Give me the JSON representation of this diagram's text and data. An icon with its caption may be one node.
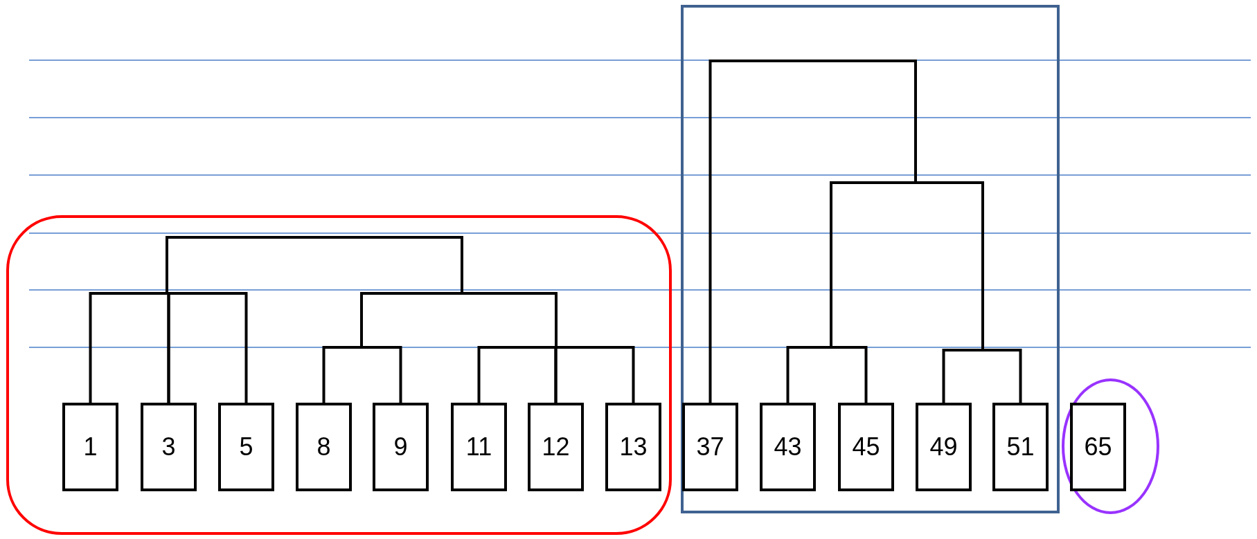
{
  "diagram": {
    "nodes": [
      {
        "text": [],
        "shape": "box"
      },
      {
        "text": [
          "1"
        ],
        "in": 0
      },
      {
        "text": [
          "3"
        ],
        "in": 0
      },
      {
        "text": [
          "5"
        ],
        "in": 0
      },
      {
        "text": [
          "8"
        ],
        "in": 0
      },
      {
        "text": [
          "9"
        ],
        "in": 0
      },
      {
        "text": [
          "11"
        ],
        "in": 0
      },
      {
        "text": [
          "12"
        ],
        "in": 0
      },
      {
        "text": [
          "13"
        ],
        "in": 0
      },
      {
        "text": [],
        "shape": "box"
      },
      {
        "text": [
          "37"
        ],
        "in": 9
      },
      {
        "text": [
          "43"
        ],
        "in": 9
      },
      {
        "text": [
          "45"
        ],
        "in": 9
      },
      {
        "text": [
          "49"
        ],
        "in": 9
      },
      {
        "text": [
          "51"
        ],
        "in": 9
      },
      {
        "text": [],
        "shape": "ellipse"
      },
      {
        "text": [
          "65"
        ],
        "in": 15
      }
    ],
    "edges": [
      {
        "from": 1,
        "to": 2,
        "arrow": "none"
      },
      {
        "from": 2,
        "to": 3,
        "arrow": "none"
      },
      {
        "from": 4,
        "to": 5,
        "arrow": "none"
      },
      {
        "from": 6,
        "to": 7,
        "arrow": "none"
      },
      {
        "from": 7,
        "to": 8,
        "arrow": "none"
      },
      {
        "from": 11,
        "to": 12,
        "arrow": "none"
      },
      {
        "from": 13,
        "to": 14,
        "arrow": "none"
      },
      {
        "from": 10,
        "to": null,
        "arrow": "none"
      }
    ]
  }
}
